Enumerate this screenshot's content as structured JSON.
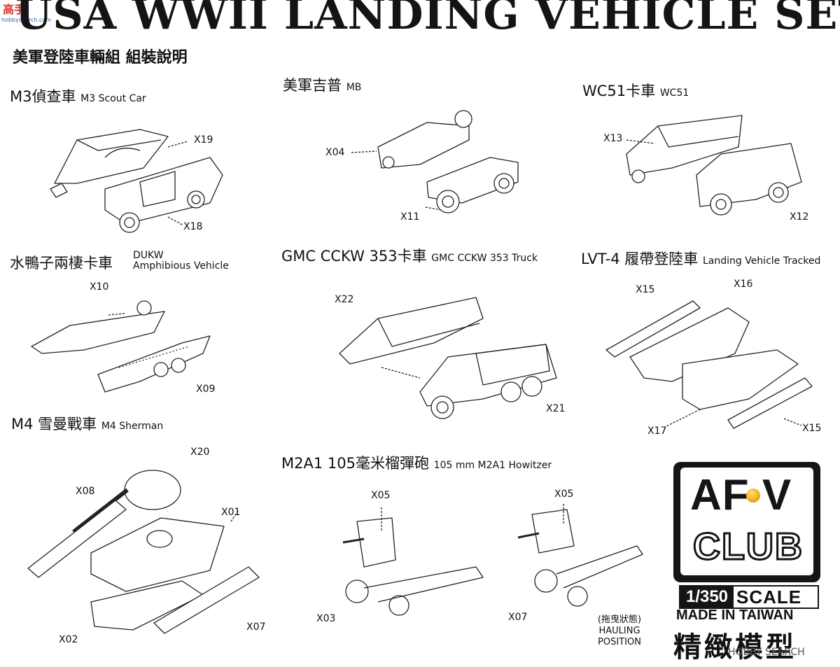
{
  "header": {
    "title": "USA WWII LANDING VEHICLE SET",
    "subtitle": "美軍登陸車輛組 組裝說明",
    "watermark_cn": "高手",
    "watermark_url": "hobbysearch.com"
  },
  "sections": {
    "m3": {
      "cn": "M3偵查車",
      "en": "M3 Scout Car"
    },
    "mb": {
      "cn": "美軍吉普",
      "en": "MB"
    },
    "wc51": {
      "cn": "WC51卡車",
      "en": "WC51"
    },
    "dukw": {
      "cn": "水鴨子兩棲卡車",
      "en1": "DUKW",
      "en2": "Amphibious Vehicle"
    },
    "gmc": {
      "cn": "GMC CCKW 353卡車",
      "en": "GMC CCKW 353 Truck"
    },
    "lvt": {
      "cn": "LVT-4 履帶登陸車",
      "en": "Landing Vehicle Tracked"
    },
    "m4": {
      "cn": "M4 雪曼戰車",
      "en": "M4 Sherman"
    },
    "m2a1": {
      "cn": "M2A1 105毫米榴彈砲",
      "en": "105 mm M2A1 Howitzer"
    }
  },
  "parts": {
    "x19": "X19",
    "x18": "X18",
    "x04": "X04",
    "x11": "X11",
    "x13": "X13",
    "x12": "X12",
    "x10": "X10",
    "x09": "X09",
    "x22": "X22",
    "x21": "X21",
    "x15a": "X15",
    "x16": "X16",
    "x17": "X17",
    "x15b": "X15",
    "x20": "X20",
    "x08": "X08",
    "x01": "X01",
    "x02": "X02",
    "x07a": "X07",
    "x05a": "X05",
    "x03": "X03",
    "x05b": "X05",
    "x07b": "X07"
  },
  "hauling": {
    "cn": "(拖曳狀態)",
    "en1": "HAULING",
    "en2": "POSITION"
  },
  "brand": {
    "logo_top": "AF V",
    "logo_bottom": "CLUB",
    "scale_ratio": "1/350",
    "scale_word": "SCALE",
    "made_in": "MADE IN TAIWAN",
    "model_cn": "精緻模型",
    "footer": "HOBBY SEARCH"
  },
  "colors": {
    "ink": "#151515",
    "orb": "#f0a000"
  }
}
